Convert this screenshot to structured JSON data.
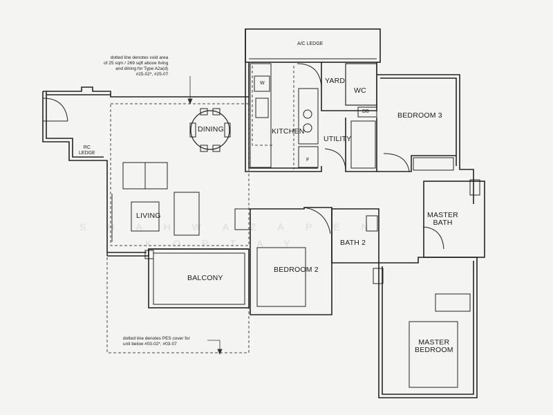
{
  "rooms": {
    "ac_ledge": "A/C LEDGE",
    "yard": "YARD",
    "wc": "WC",
    "w": "W",
    "db": "DB",
    "f": "F",
    "kitchen": "KITCHEN",
    "utility": "UTILITY",
    "dining": "DINING",
    "rc_ledge": "RC\nLEDGE",
    "living": "LIVING",
    "balcony": "BALCONY",
    "bedroom2": "BEDROOM 2",
    "bath2": "BATH 2",
    "bedroom3": "BEDROOM 3",
    "master_bath": "MASTER\nBATH",
    "master_bedroom": "MASTER\nBEDROOM"
  },
  "notes": {
    "void_area": "dotted line denotes void area\nof 25 sqm / 269 sqft above living\nand dining for Type A2a(d)\n#25-02*, #25-07",
    "pes_cover": "dotted line denotes PES cover for\nunit below #03-02*, #03-07"
  },
  "watermark": {
    "line1": "SHAHWAZAPEN",
    "line2": "KOPTAY"
  }
}
